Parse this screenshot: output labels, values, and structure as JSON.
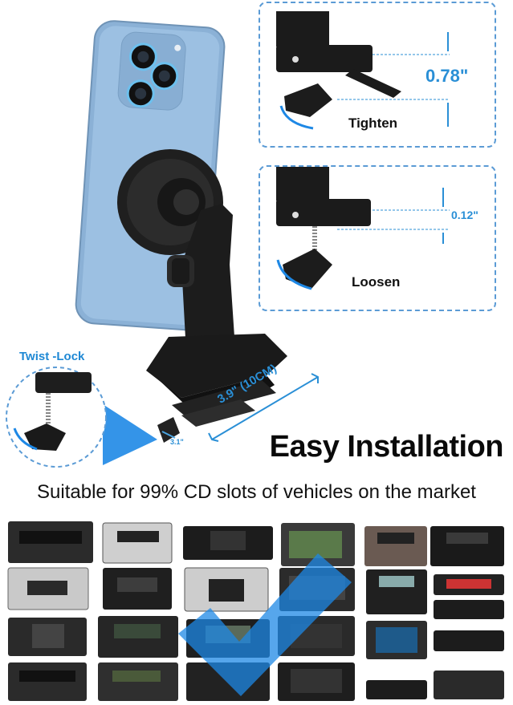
{
  "callouts": {
    "tighten": {
      "label": "Tighten",
      "dimension": "0.78\""
    },
    "loosen": {
      "label": "Loosen",
      "dimension": "0.12\""
    }
  },
  "twist_lock": {
    "label": "Twist -Lock"
  },
  "dimensions": {
    "length": "3.9\" (10CM)",
    "small": "3.1\""
  },
  "headline": "Easy Installation",
  "subheadline": "Suitable for 99% CD slots of vehicles on the market",
  "colors": {
    "accent_blue": "#2a8fd6",
    "callout_bg": "#dfe6ef",
    "callout_border": "#5b9bd5",
    "phone_blue": "#8bb1d6",
    "mount_black": "#1c1c1c",
    "check_blue": "#1e88e5"
  },
  "icons": [
    "magnetic-phone-mount",
    "twist-lock-knob",
    "checkmark-icon",
    "car-radio-unit"
  ]
}
